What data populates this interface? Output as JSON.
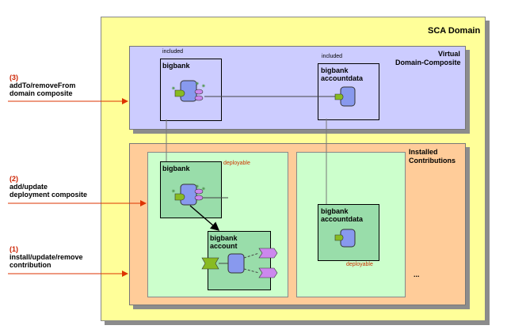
{
  "domain": {
    "title": "SCA Domain"
  },
  "virtual": {
    "title_line1": "Virtual",
    "title_line2": "Domain-Composite",
    "bigbank": {
      "tag": "included",
      "name": "bigbank"
    },
    "accountdata": {
      "tag": "included",
      "name_line1": "bigbank",
      "name_line2": "accountdata"
    }
  },
  "installed": {
    "title_line1": "Installed",
    "title_line2": "Contributions",
    "contrib1": {
      "bigbank": {
        "name": "bigbank",
        "tag": "deployable"
      },
      "account": {
        "name_line1": "bigbank",
        "name_line2": "account"
      }
    },
    "contrib2": {
      "accountdata": {
        "name_line1": "bigbank",
        "name_line2": "accountdata",
        "tag": "deployable"
      }
    },
    "ellipsis": "..."
  },
  "steps": [
    {
      "num": "(3)",
      "line1": "addTo/removeFrom",
      "line2": "domain composite"
    },
    {
      "num": "(2)",
      "line1": "add/update",
      "line2": "deployment composite"
    },
    {
      "num": "(1)",
      "line1": "install/update/remove",
      "line2": "contribution"
    }
  ],
  "colors": {
    "domain_bg": "#ffff99",
    "virtual_bg": "#ccccff",
    "installed_bg": "#ffcc99",
    "contribution_bg": "#ccffcc",
    "composite_bg": "#99ddaa",
    "component_bg": "#8899ee",
    "service": "#88bb22",
    "reference": "#cc88ee",
    "arrow_red": "#dd3300"
  }
}
